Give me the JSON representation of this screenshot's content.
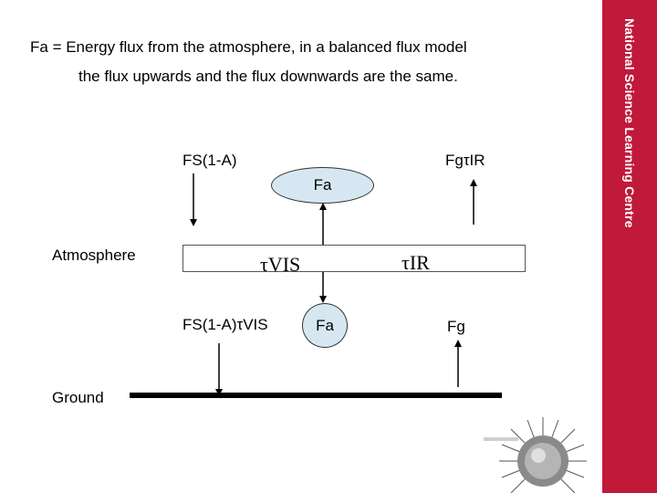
{
  "header": {
    "line1_symbol": "Fa",
    "line1_text": " = Energy flux from the atmosphere, in a balanced flux model",
    "line2_text": "the flux upwards and the flux downwards are the same."
  },
  "diagram": {
    "top_left_label": "FS(1-A)",
    "top_right_label": "FgτIR",
    "upper_ellipse_label": "Fa",
    "atmosphere_label": "Atmosphere",
    "tau_vis_label": "τVIS",
    "tau_ir_label": "τIR",
    "bottom_left_label": "FS(1-A)τVIS",
    "lower_ellipse_label": "Fa",
    "bottom_right_label": "Fg",
    "ground_label": "Ground"
  },
  "sidebar": {
    "brand": "National Science Learning Centre",
    "color": "#c0193a"
  },
  "colors": {
    "ellipse_fill": "#d6e7f1"
  }
}
